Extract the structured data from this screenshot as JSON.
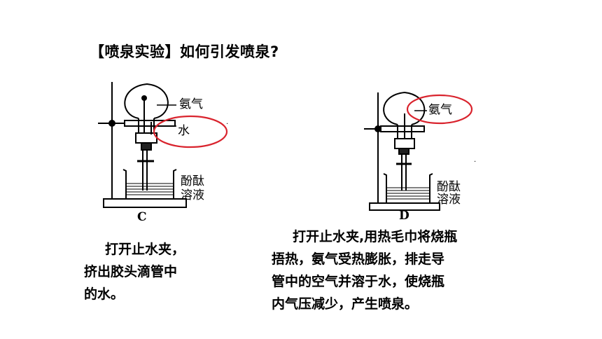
{
  "title": "【喷泉实验】如何引发喷泉?",
  "diagram_c": {
    "label_gas": "氨气",
    "label_water": "水",
    "label_phenol_1": "酚酞",
    "label_phenol_2": "溶液",
    "caption": "C",
    "highlight_color": "#d9232d"
  },
  "diagram_d": {
    "label_gas": "氨气",
    "label_phenol_1": "酚酞",
    "label_phenol_2": "溶液",
    "caption": "D",
    "highlight_color": "#d9232d"
  },
  "text_c": {
    "line1": "打开止水夹，",
    "line2": "挤出胶头滴管中",
    "line3": "的水。"
  },
  "text_d": {
    "line1": "打开止水夹,用热毛巾将烧瓶",
    "line2": "捂热，氨气受热膨胀，排走导",
    "line3": "管中的空气并溶于水，使烧瓶",
    "line4": "内气压减少，产生喷泉。"
  }
}
